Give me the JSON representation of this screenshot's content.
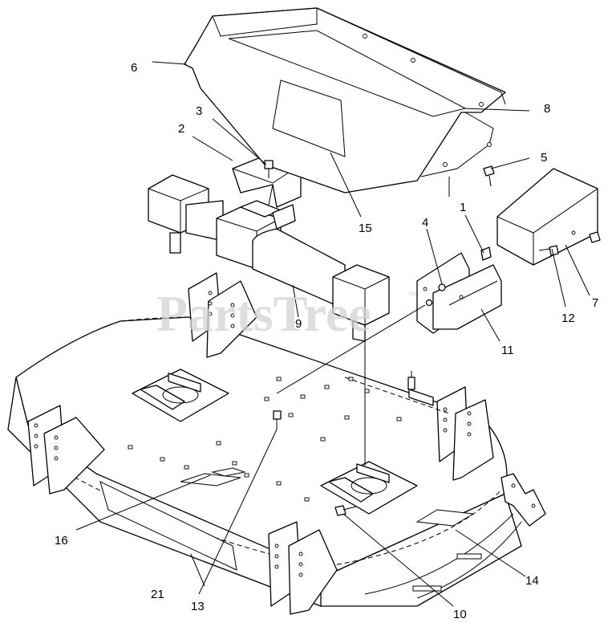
{
  "watermark": {
    "text": "PartsTree",
    "trademark": "™"
  },
  "callouts": [
    "1",
    "2",
    "3",
    "4",
    "5",
    "6",
    "7",
    "8",
    "9",
    "10",
    "11",
    "12",
    "13",
    "14",
    "15",
    "16",
    "21"
  ]
}
